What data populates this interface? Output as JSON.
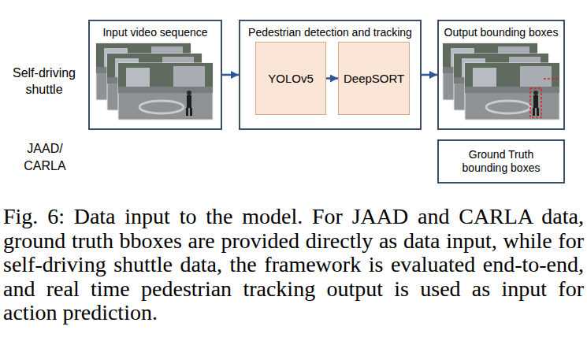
{
  "diagram": {
    "caption": "Fig. 6: Data input to the model. For JAAD and CARLA data, ground truth bboxes are provided directly as data input, while for self-driving shuttle data, the framework is evaluated end-to-end, and real time pedestrian tracking output is used as input for action prediction.",
    "nodes": [
      {
        "text": [
          "Input video sequence"
        ]
      },
      {
        "text": [
          "Pedestrian detection and tracking"
        ]
      },
      {
        "text": [
          "YOLOv5"
        ],
        "in": 1
      },
      {
        "text": [
          "DeepSORT"
        ],
        "in": 1
      },
      {
        "text": [
          "Output bounding boxes"
        ]
      },
      {
        "text": [
          "Ground Truth bounding boxes"
        ]
      }
    ],
    "edges": [
      {
        "from": 0,
        "to": 1,
        "arrow": "to"
      },
      {
        "from": 2,
        "to": 3,
        "arrow": "to"
      },
      {
        "from": 1,
        "to": 4,
        "arrow": "to"
      }
    ],
    "labels": [
      "Self-driving shuttle",
      "JAAD/ CARLA"
    ]
  }
}
